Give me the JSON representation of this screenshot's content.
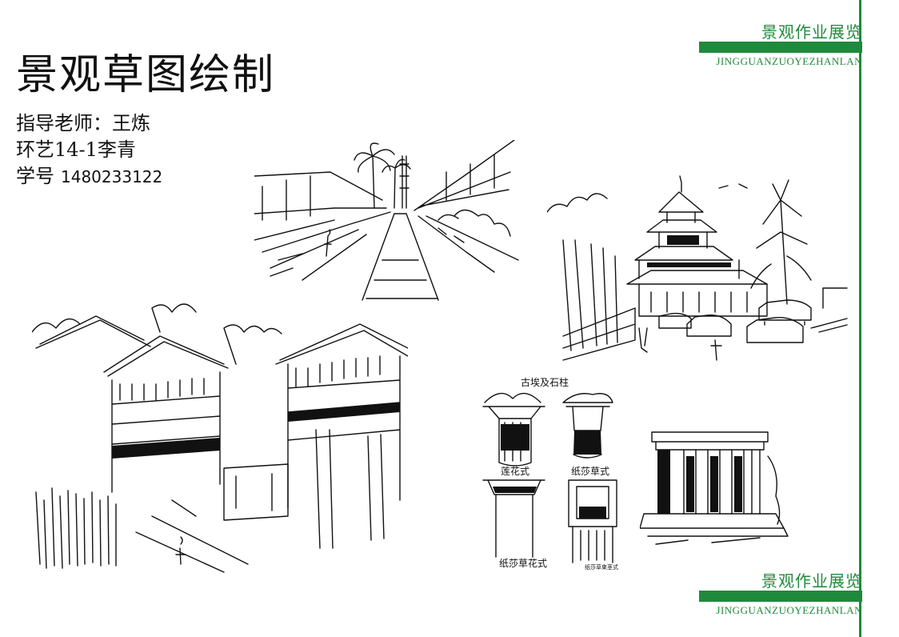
{
  "brand": {
    "name_cn": "景观作业展览",
    "name_pinyin": "JINGGUANZUOYEZHANLAN",
    "accent_color": "#1f8a3b"
  },
  "header": {
    "title": "景观草图绘制",
    "instructor": "指导老师：王炼",
    "student": "环艺14-1李青",
    "id_label": "学号",
    "id_value": "1480233122"
  },
  "sketches": {
    "columns_caption": "古埃及石柱",
    "column_labels": [
      "莲花式",
      "纸莎草式",
      "纸莎草花式",
      "纸莎草束茎式"
    ]
  }
}
